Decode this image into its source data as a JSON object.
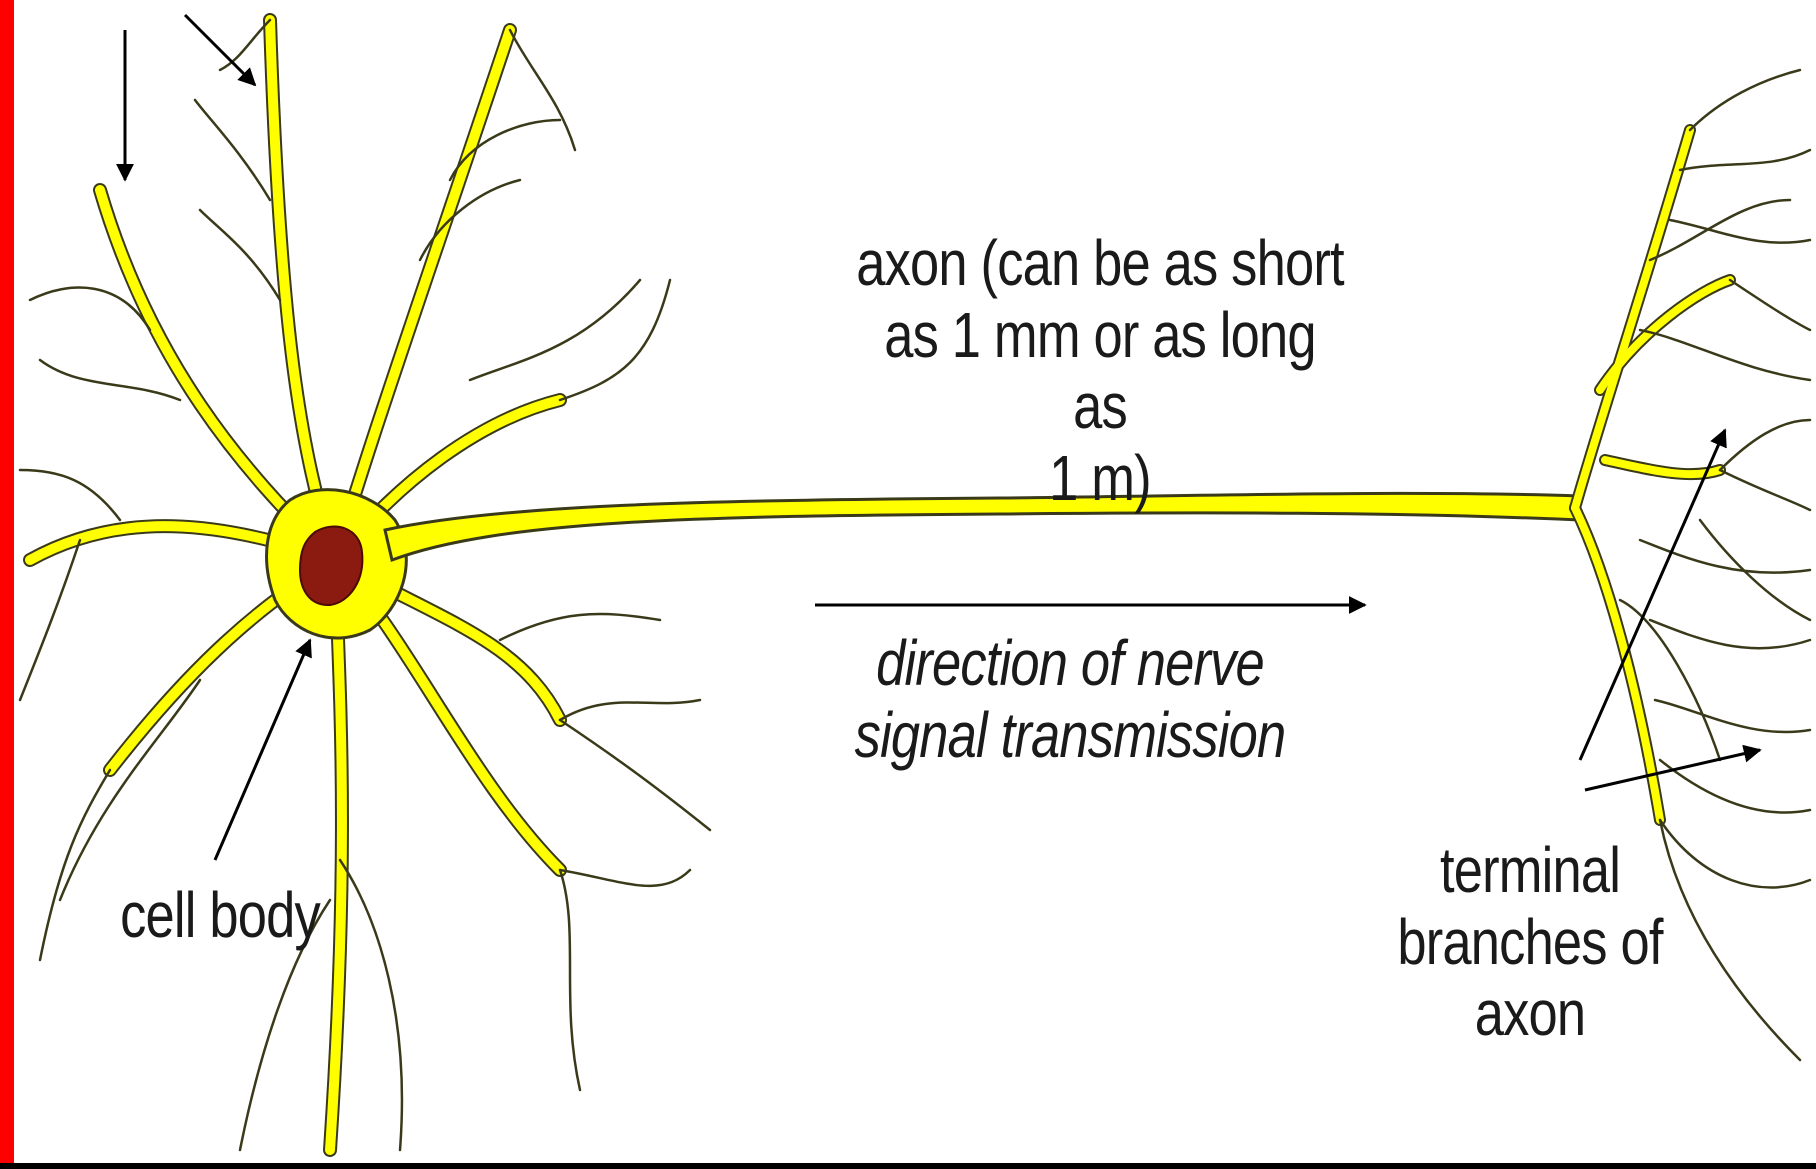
{
  "labels": {
    "axon": "axon (can be as short\nas 1 mm or as long as\n1 m)",
    "direction": "direction of nerve\nsignal transmission",
    "cell_body": "cell body",
    "terminal": "terminal\nbranches of\naxon"
  },
  "colors": {
    "frame_left_bar": "#ff0000",
    "neuron_fill": "#ffff00",
    "nucleus": "#8b1a10",
    "outline": "#3a3a1a",
    "arrow": "#000000"
  }
}
